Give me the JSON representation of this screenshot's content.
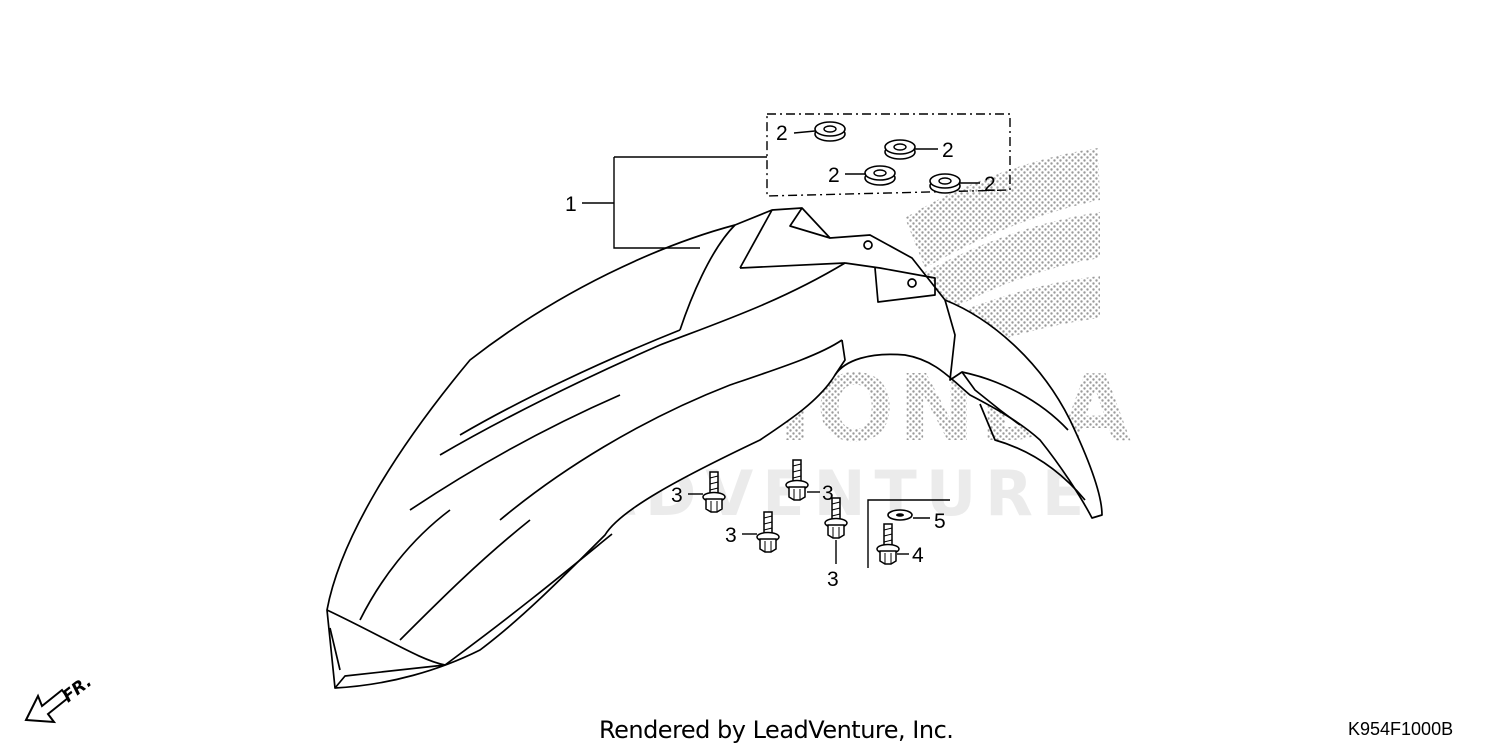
{
  "diagram": {
    "watermark_text": "LEADVENTURE",
    "watermark_brand": "HONDA",
    "direction_label": "FR.",
    "callouts": {
      "fender": "1",
      "grommet_a": "2",
      "grommet_b": "2",
      "grommet_c": "2",
      "grommet_d": "2",
      "bolt_a": "3",
      "bolt_b": "3",
      "bolt_c": "3",
      "bolt_d": "3",
      "screw": "4",
      "washer": "5"
    },
    "footer_credit": "Rendered by LeadVenture, Inc.",
    "diagram_code": "K954F1000B"
  }
}
